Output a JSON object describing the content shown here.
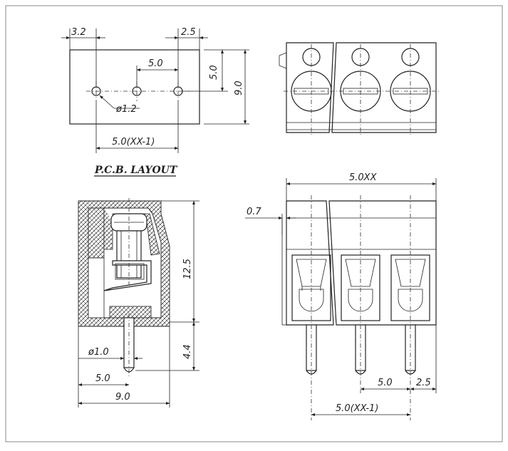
{
  "title": "P.C.B.  LAYOUT",
  "pcb_layout": {
    "dim_left_offset": "3.2",
    "dim_right_offset": "2.5",
    "dim_pitch": "5.0",
    "dim_hole_to_top": "5.0",
    "dim_height": "9.0",
    "dim_hole_diameter": "ø1.2",
    "dim_span": "5.0(XX-1)"
  },
  "side_view": {
    "dim_body_height": "12.5",
    "dim_pin_length": "4.4",
    "dim_pin_diameter": "ø1.0",
    "dim_pin_offset": "5.0",
    "dim_depth": "9.0"
  },
  "front_view": {
    "dim_total_width": "5.0XX",
    "dim_step": "0.7",
    "dim_pitch": "5.0",
    "dim_edge": "2.5",
    "dim_span": "5.0(XX-1)"
  },
  "colors": {
    "line": "#222222",
    "frame": "#888888"
  }
}
